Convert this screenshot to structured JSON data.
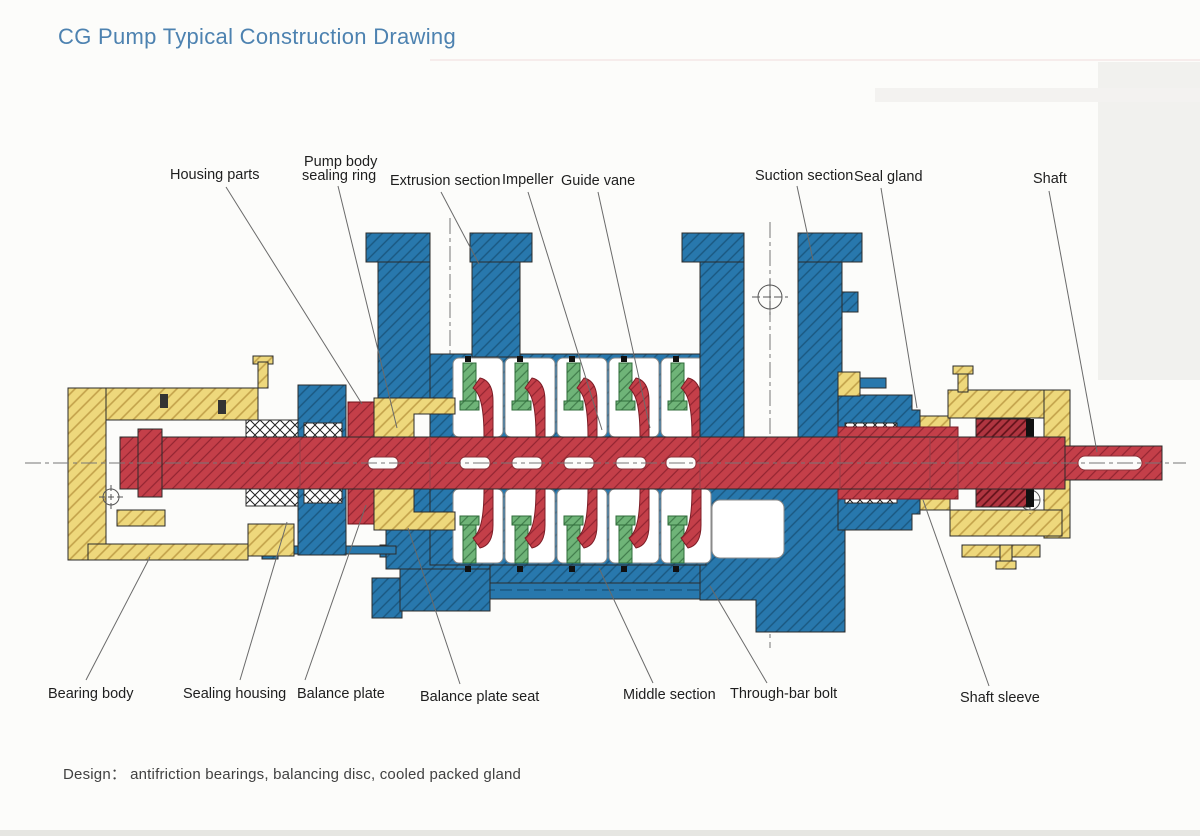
{
  "title": "CG Pump Typical Construction Drawing",
  "design_note": {
    "label": "Design：",
    "text": "antifriction bearings, balancing disc, cooled packed gland"
  },
  "labels": {
    "housing_parts": "Housing parts",
    "pump_body_sealing_ring_line1": "Pump body",
    "pump_body_sealing_ring_line2": "sealing ring",
    "extrusion_section": "Extrusion section",
    "impeller": "Impeller",
    "guide_vane": "Guide vane",
    "suction_section": "Suction section",
    "seal_gland": "Seal gland",
    "shaft": "Shaft",
    "bearing_body": "Bearing body",
    "sealing_housing": "Sealing housing",
    "balance_plate": "Balance plate",
    "balance_plate_seat": "Balance plate seat",
    "middle_section": "Middle section",
    "through_bar_bolt": "Through-bar bolt",
    "shaft_sleeve": "Shaft sleeve"
  },
  "colors": {
    "title_text": "#4d82b0",
    "casing_blue": "#2878ad",
    "bearing_body_yellow": "#eed87c",
    "shaft_red": "#c43f49",
    "guide_vane_green": "#6fb478",
    "packing_white": "#ffffff",
    "label_text": "#1e1e1e",
    "leader_line": "#6a6a6a",
    "background": "#fcfcfa"
  }
}
